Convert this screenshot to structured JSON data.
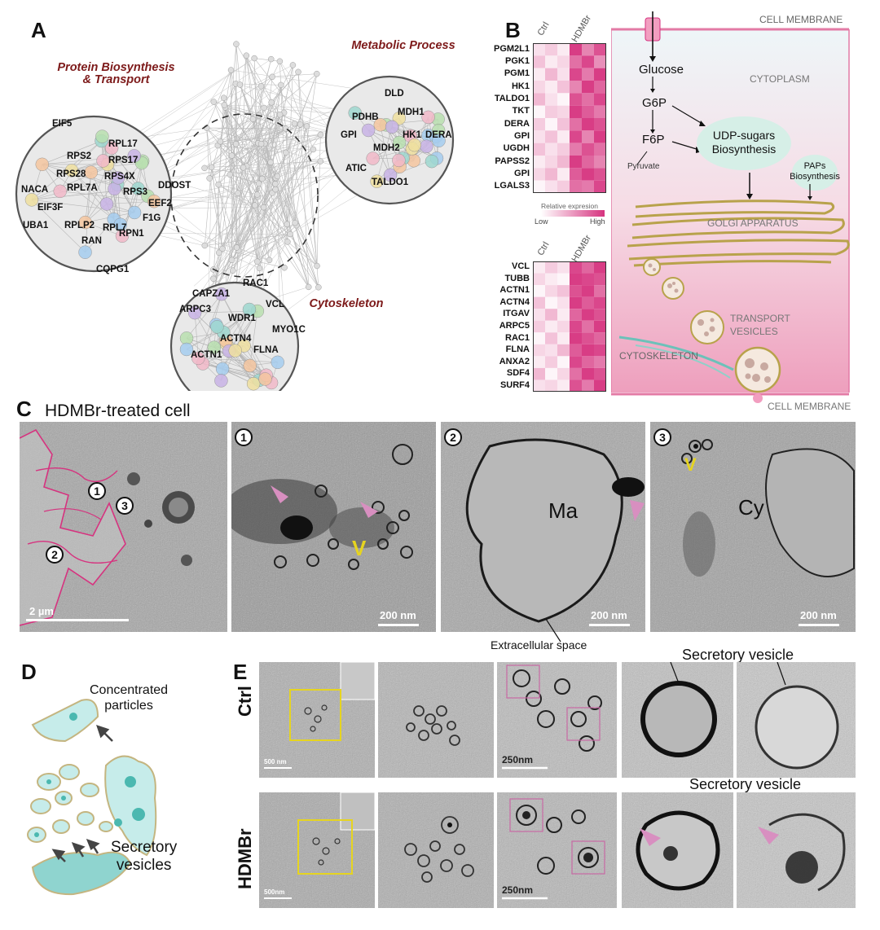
{
  "panels": {
    "a": "A",
    "b": "B",
    "c": "C",
    "d": "D",
    "e": "E"
  },
  "network": {
    "clusters": [
      {
        "title": "Protein Biosynthesis\n& Transport",
        "genes": [
          "EIF5",
          "RPS2",
          "RPL17",
          "RPS17",
          "RPS28",
          "RPS4X",
          "RPL7A",
          "RPS3",
          "NACA",
          "DDOST",
          "EIF3F",
          "EEF2",
          "UBA1",
          "RPLP2",
          "RPL7",
          "F1G",
          "RAN",
          "RPN1",
          "CQPG1"
        ]
      },
      {
        "title": "Metabolic Process",
        "genes": [
          "DLD",
          "PDHB",
          "MDH1",
          "GPI",
          "HK1",
          "DERA",
          "MDH2",
          "ATIC",
          "TALDO1"
        ]
      },
      {
        "title": "Cytoskeleton",
        "genes": [
          "RAC1",
          "CAPZA1",
          "ARPC3",
          "VCL",
          "WDR1",
          "MYO1C",
          "ACTN4",
          "ACTN1",
          "FLNA"
        ]
      }
    ]
  },
  "heatmap_top": {
    "columns": [
      "Ctrl",
      "HDMBr"
    ],
    "genes": [
      "PGM2L1",
      "PGK1",
      "PGM1",
      "HK1",
      "TALDO1",
      "TKT",
      "DERA",
      "GPI",
      "UGDH",
      "PAPSS2",
      "GPI",
      "LGALS3"
    ],
    "values": [
      [
        0.15,
        0.25,
        0.1,
        0.95,
        0.6,
        0.85
      ],
      [
        0.3,
        0.1,
        0.2,
        0.7,
        0.9,
        0.55
      ],
      [
        0.1,
        0.35,
        0.15,
        0.9,
        0.65,
        0.95
      ],
      [
        0.2,
        0.1,
        0.3,
        0.6,
        0.95,
        0.75
      ],
      [
        0.35,
        0.15,
        0.05,
        0.85,
        0.7,
        0.9
      ],
      [
        0.05,
        0.25,
        0.2,
        0.95,
        0.8,
        0.65
      ],
      [
        0.25,
        0.05,
        0.3,
        0.7,
        0.95,
        0.85
      ],
      [
        0.15,
        0.3,
        0.1,
        0.9,
        0.6,
        0.95
      ],
      [
        0.3,
        0.15,
        0.25,
        0.65,
        0.85,
        0.7
      ],
      [
        0.1,
        0.2,
        0.35,
        0.95,
        0.75,
        0.6
      ],
      [
        0.2,
        0.35,
        0.1,
        0.8,
        0.95,
        0.85
      ],
      [
        0.05,
        0.15,
        0.25,
        0.7,
        0.65,
        0.9
      ]
    ],
    "legend_title": "Relative expresion",
    "legend_low": "Low",
    "legend_high": "High"
  },
  "heatmap_bottom": {
    "columns": [
      "Ctrl",
      "HDMBr"
    ],
    "genes": [
      "VCL",
      "TUBB",
      "ACTN1",
      "ACTN4",
      "ITGAV",
      "ARPC5",
      "RAC1",
      "FLNA",
      "ANXA2",
      "SDF4",
      "SURF4"
    ],
    "values": [
      [
        0.1,
        0.25,
        0.15,
        0.9,
        0.75,
        0.95
      ],
      [
        0.2,
        0.1,
        0.05,
        0.95,
        0.9,
        0.85
      ],
      [
        0.05,
        0.2,
        0.3,
        0.85,
        0.95,
        0.7
      ],
      [
        0.3,
        0.05,
        0.15,
        0.95,
        0.8,
        0.9
      ],
      [
        0.15,
        0.35,
        0.1,
        0.75,
        0.95,
        0.85
      ],
      [
        0.25,
        0.1,
        0.2,
        0.9,
        0.7,
        0.95
      ],
      [
        0.05,
        0.3,
        0.1,
        0.95,
        0.85,
        0.75
      ],
      [
        0.2,
        0.15,
        0.35,
        0.8,
        0.95,
        0.9
      ],
      [
        0.1,
        0.25,
        0.05,
        0.9,
        0.75,
        0.65
      ],
      [
        0.35,
        0.05,
        0.2,
        0.7,
        0.95,
        0.85
      ],
      [
        0.15,
        0.2,
        0.1,
        0.85,
        0.65,
        0.95
      ]
    ]
  },
  "cell_diagram": {
    "membrane_top": "CELL MEMBRANE",
    "membrane_bottom": "CELL MEMBRANE",
    "cytoplasm": "CYTOPLASM",
    "glucose": "Glucose",
    "g6p": "G6P",
    "f6p": "F6P",
    "pyruvate": "Pyruvate",
    "udp": "UDP-sugars\nBiosynthesis",
    "paps": "PAPs\nBiosynthesis",
    "golgi": "GOLGI APPARATUS",
    "transport": "TRANSPORT\nVESICLES",
    "cytoskeleton": "CYTOSKELETON"
  },
  "panel_c": {
    "title": "HDMBr-treated cell",
    "scalebar_main": "2 µm",
    "scalebar_1": "200 nm",
    "scalebar_2": "200 nm",
    "scalebar_3": "200 nm",
    "num_1": "1",
    "num_2": "2",
    "num_3": "3",
    "label_v1": "V",
    "label_ma": "Ma",
    "label_v3": "V",
    "label_cy": "Cy",
    "extracellular": "Extracellular space"
  },
  "panel_d": {
    "concentrated": "Concentrated\nparticles",
    "secretory": "Secretory\nvesicles"
  },
  "panel_e": {
    "row_ctrl": "Ctrl",
    "row_hdmbr": "HDMBr",
    "secretory_top": "Secretory vesicle",
    "secretory_bottom": "Secretory vesicle",
    "scale_ctrl_1": "500 nm",
    "scale_ctrl_3": "250nm",
    "scale_hdmbr_1": "500nm",
    "scale_hdmbr_3": "250nm"
  },
  "colors": {
    "magenta": "#d6337f",
    "pink_arrow": "#d88fc0",
    "yellow": "#e6d420",
    "cluster_title": "#7d1a1a"
  }
}
